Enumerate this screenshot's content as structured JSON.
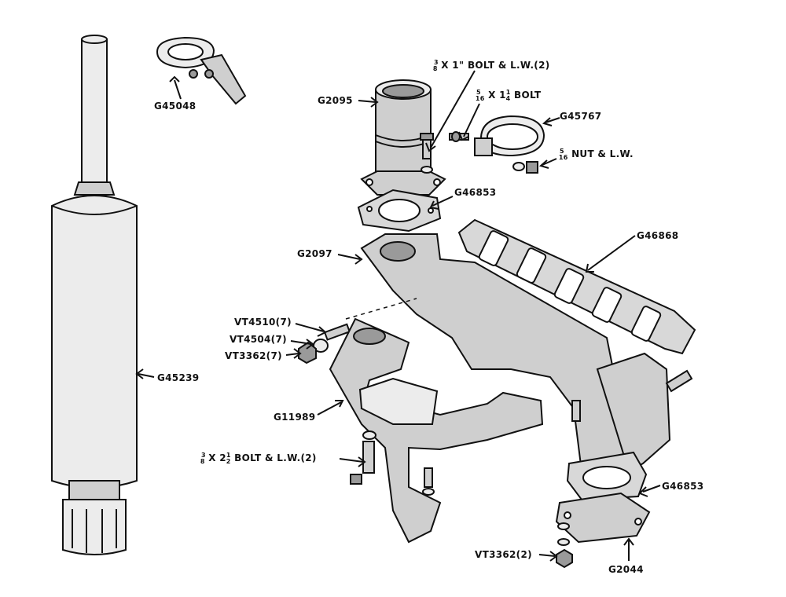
{
  "labels": {
    "g45048": "G45048",
    "g2095": "G2095",
    "bolt_3_8_a": "3",
    "bolt_3_8_b": "8",
    "bolt_x1": " X 1",
    "bolt_x1_in": "\"",
    "bolt_x1_rest": " BOLT & L.W.(2)",
    "bolt_5_16_a": "5",
    "bolt_5_16_b": "16",
    "bolt_5_16_x": " X 1",
    "bolt_5_16_q_a": "1",
    "bolt_5_16_q_b": "4",
    "bolt_5_16_rest": " BOLT",
    "g45767": "G45767",
    "nut_5_16_a": "5",
    "nut_5_16_b": "16",
    "nut_rest": " NUT & L.W.",
    "g46853_top": "G46853",
    "g46868": "G46868",
    "g2097": "G2097",
    "vt4510": "VT4510(7)",
    "vt4504": "VT4504(7)",
    "vt3362_7": "VT3362(7)",
    "g45239": "G45239",
    "g11989": "G11989",
    "bolt_2h_a": "3",
    "bolt_2h_b": "8",
    "bolt_2h_x": " X 2",
    "bolt_2h_f_a": "1",
    "bolt_2h_f_b": "2",
    "bolt_2h_rest": " BOLT & L.W.(2)",
    "g46853_bottom": "G46853",
    "vt3362_2": "VT3362(2)",
    "g2044": "G2044"
  }
}
